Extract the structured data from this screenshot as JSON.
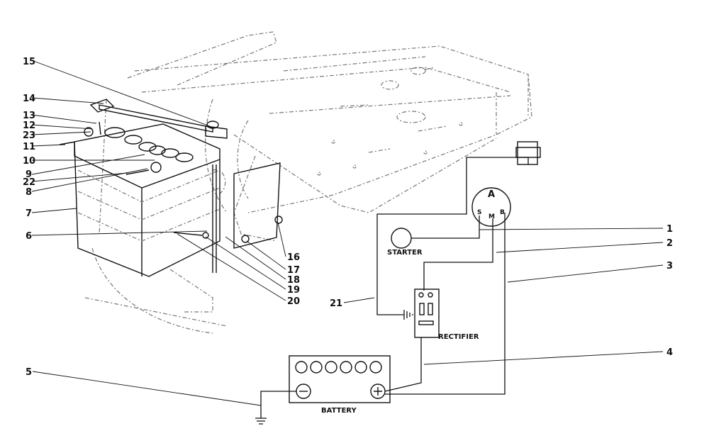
{
  "callouts": {
    "c1": "1",
    "c2": "2",
    "c3": "3",
    "c4": "4",
    "c5": "5",
    "c6": "6",
    "c7": "7",
    "c8": "8",
    "c9": "9",
    "c10": "10",
    "c11": "11",
    "c12": "12",
    "c13": "13",
    "c14": "14",
    "c15": "15",
    "c16": "16",
    "c17": "17",
    "c18": "18",
    "c19": "19",
    "c20": "20",
    "c21": "21",
    "c22": "22",
    "c23": "23"
  },
  "labels": {
    "starter": "STARTER",
    "rectifier": "RECTIFIER",
    "battery": "BATTERY",
    "switch_top": "A",
    "switch_s": "S",
    "switch_m": "M",
    "switch_b": "B"
  },
  "colors": {
    "ink": "#111111",
    "ghost": "#777777",
    "paper": "#ffffff"
  }
}
